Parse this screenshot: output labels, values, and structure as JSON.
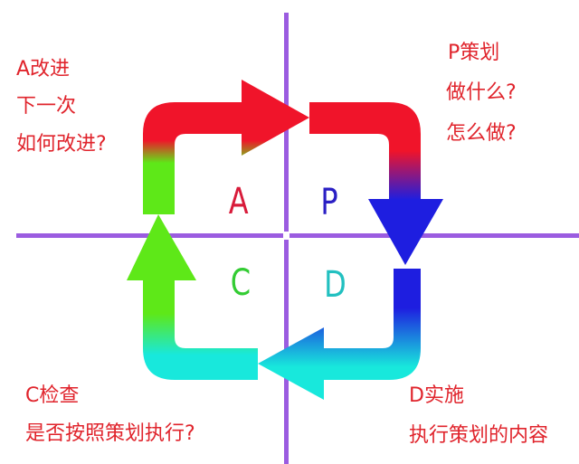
{
  "quadrants": {
    "a": {
      "letter": "A",
      "title": "A改进",
      "lines": [
        "下一次",
        "如何改进?"
      ],
      "color": "#d81b3a"
    },
    "p": {
      "letter": "P",
      "title": "P策划",
      "lines": [
        "做什么?",
        "怎么做?"
      ],
      "color": "#2a1fc4"
    },
    "c": {
      "letter": "C",
      "title": "C检查",
      "lines": [
        "是否按照策划执行?"
      ],
      "color": "#33cc33"
    },
    "d": {
      "letter": "D",
      "title": "D实施",
      "lines": [
        "执行策划的内容"
      ],
      "color": "#22c0c0"
    }
  },
  "colors": {
    "axis": "#9b5ce0",
    "red": "#f0142a",
    "blue": "#1e1ee0",
    "cyan": "#18e8dc",
    "green": "#5ee818",
    "label": "#e0242c"
  }
}
